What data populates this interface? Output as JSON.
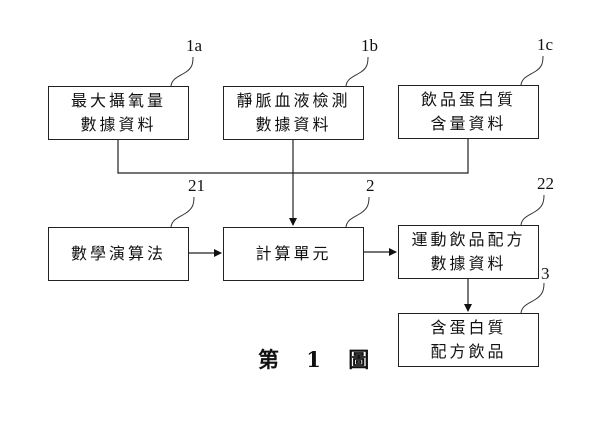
{
  "figure": {
    "caption": "第 1 圖",
    "nodes": {
      "n1a": {
        "ref": "1a",
        "lines": [
          "最大攝氧量",
          "數據資料"
        ]
      },
      "n1b": {
        "ref": "1b",
        "lines": [
          "靜脈血液檢測",
          "數據資料"
        ]
      },
      "n1c": {
        "ref": "1c",
        "lines": [
          "飲品蛋白質",
          "含量資料"
        ]
      },
      "n21": {
        "ref": "21",
        "lines": [
          "數學演算法"
        ]
      },
      "n2": {
        "ref": "2",
        "lines": [
          "計算單元"
        ]
      },
      "n22": {
        "ref": "22",
        "lines": [
          "運動飲品配方",
          "數據資料"
        ]
      },
      "n3": {
        "ref": "3",
        "lines": [
          "含蛋白質",
          "配方飲品"
        ]
      }
    },
    "edges": [
      {
        "from": "1a",
        "to": "2"
      },
      {
        "from": "1b",
        "to": "2"
      },
      {
        "from": "1c",
        "to": "2"
      },
      {
        "from": "21",
        "to": "2"
      },
      {
        "from": "2",
        "to": "22"
      },
      {
        "from": "22",
        "to": "3"
      }
    ]
  }
}
